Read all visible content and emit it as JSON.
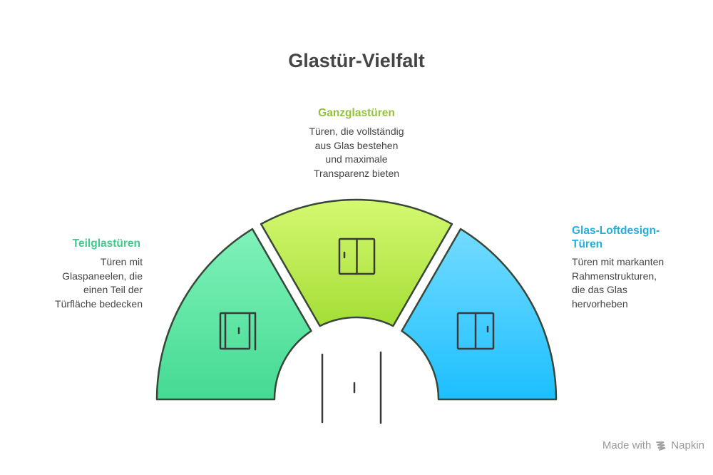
{
  "title": "Glastür-Vielfalt",
  "segments": {
    "center": {
      "heading": "Ganzglastüren",
      "lines": [
        "Türen, die vollständig",
        "aus Glas bestehen",
        "und maximale",
        "Transparenz bieten"
      ],
      "icon": "sliding-double-door-icon",
      "color": "#93C13A"
    },
    "left": {
      "heading": "Teilglastüren",
      "lines": [
        "Türen mit",
        "Glaspaneelen, die",
        "einen Teil der",
        "Türfläche bedecken"
      ],
      "icon": "sliding-door-panel-icon",
      "color": "#3ECB8C"
    },
    "right": {
      "heading_lines": [
        "Glas-Loftdesign-",
        "Türen"
      ],
      "lines": [
        "Türen mit markanten",
        "Rahmenstrukturen,",
        "die das Glas",
        "hervorheben"
      ],
      "icon": "loft-double-door-icon",
      "color": "#25AEDC"
    }
  },
  "center_icon": "sliding-glass-door-icon",
  "footer": {
    "made_with": "Made with",
    "brand": "Napkin"
  }
}
